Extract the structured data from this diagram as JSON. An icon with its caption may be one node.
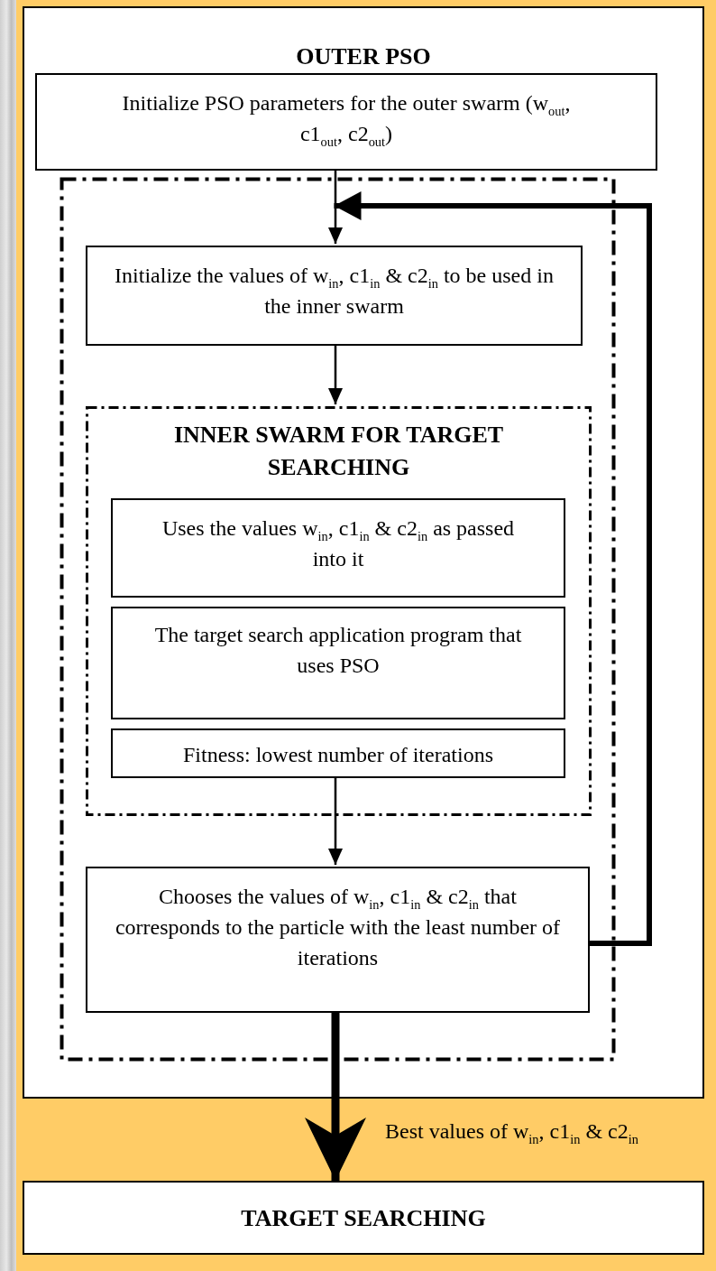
{
  "diagram": {
    "nodes": [
      {
        "text": [
          "OUTER PSO"
        ]
      },
      {
        "text": [
          "Initialize PSO parameters for the outer swarm (w$_{out}$, c1$_{out}$, c2$_{out}$)"
        ],
        "in": 0
      },
      {
        "text": [],
        "shape": "box",
        "in": 0
      },
      {
        "text": [
          "Initialize the values of w$_{in}$, c1$_{in}$ & c2$_{in}$ to be used in the inner swarm"
        ],
        "in": 2
      },
      {
        "text": [
          "INNER SWARM FOR TARGET SEARCHING"
        ],
        "in": 2
      },
      {
        "text": [
          "Uses the values w$_{in}$, c1$_{in}$ & c2$_{in}$ as passed into it"
        ],
        "in": 4
      },
      {
        "text": [
          "The target search application program that uses PSO"
        ],
        "in": 4
      },
      {
        "text": [
          "Fitness: lowest number of iterations"
        ],
        "in": 4
      },
      {
        "text": [
          "Chooses the values of w$_{in}$, c1$_{in}$ & c2$_{in}$ that corresponds to the particle with the least number of iterations"
        ],
        "in": 2
      },
      {
        "text": [
          "TARGET SEARCHING"
        ]
      }
    ],
    "edges": [
      {
        "from": 1,
        "to": 3,
        "arrow": "to"
      },
      {
        "from": 3,
        "to": 4,
        "arrow": "to"
      },
      {
        "from": 7,
        "to": 8,
        "arrow": "to"
      },
      {
        "from": 8,
        "to": 3,
        "arrow": "to",
        "style": "thick"
      },
      {
        "from": 8,
        "to": 9,
        "arrow": "to",
        "style": "thick",
        "label": "Best values of w$_{in}$, c1$_{in}$ & c2$_{in}$"
      }
    ]
  }
}
